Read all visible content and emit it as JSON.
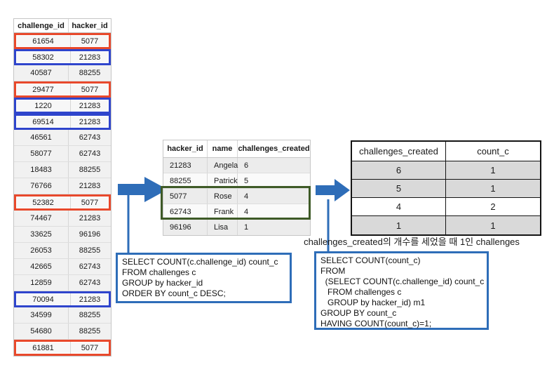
{
  "left_table": {
    "headers": [
      "challenge_id",
      "hacker_id"
    ],
    "rows": [
      [
        "61654",
        "5077"
      ],
      [
        "58302",
        "21283"
      ],
      [
        "40587",
        "88255"
      ],
      [
        "29477",
        "5077"
      ],
      [
        "1220",
        "21283"
      ],
      [
        "69514",
        "21283"
      ],
      [
        "46561",
        "62743"
      ],
      [
        "58077",
        "62743"
      ],
      [
        "18483",
        "88255"
      ],
      [
        "76766",
        "21283"
      ],
      [
        "52382",
        "5077"
      ],
      [
        "74467",
        "21283"
      ],
      [
        "33625",
        "96196"
      ],
      [
        "26053",
        "88255"
      ],
      [
        "42665",
        "62743"
      ],
      [
        "12859",
        "62743"
      ],
      [
        "70094",
        "21283"
      ],
      [
        "34599",
        "88255"
      ],
      [
        "54680",
        "88255"
      ],
      [
        "61881",
        "5077"
      ]
    ],
    "red_highlight_rows": [
      0,
      3,
      10,
      19
    ],
    "blue_highlight_rows": [
      1,
      4,
      5,
      16
    ]
  },
  "mid_table": {
    "headers": [
      "hacker_id",
      "name",
      "challenges_created"
    ],
    "rows": [
      [
        "21283",
        "Angela",
        "6"
      ],
      [
        "88255",
        "Patrick",
        "5"
      ],
      [
        "5077",
        "Rose",
        "4"
      ],
      [
        "62743",
        "Frank",
        "4"
      ],
      [
        "96196",
        "Lisa",
        "1"
      ]
    ],
    "green_box_rows": [
      2,
      3
    ]
  },
  "right_table": {
    "headers": [
      "challenges_created",
      "count_c"
    ],
    "rows": [
      [
        "6",
        "1"
      ],
      [
        "5",
        "1"
      ],
      [
        "4",
        "2"
      ],
      [
        "1",
        "1"
      ]
    ],
    "shaded_rows": [
      0,
      1,
      3
    ]
  },
  "caption": "challenges_created의 개수를 세었을 때 1인 challenges",
  "sql_boxes": [
    {
      "lines": [
        "SELECT COUNT(c.challenge_id) count_c",
        "FROM challenges c",
        "GROUP by hacker_id",
        "ORDER BY count_c DESC;"
      ]
    },
    {
      "lines": [
        "SELECT COUNT(count_c)",
        "FROM",
        "  (SELECT COUNT(c.challenge_id) count_c",
        "   FROM challenges c",
        "   GROUP by hacker_id) m1",
        "GROUP BY count_c",
        "HAVING COUNT(count_c)=1;"
      ]
    }
  ],
  "colors": {
    "flow_blue": "#2e6db8",
    "highlight_red": "#e8492c",
    "highlight_blue": "#2f45cc",
    "highlight_green": "#3e5a27",
    "shaded_row_gray": "#d9d9d9"
  }
}
